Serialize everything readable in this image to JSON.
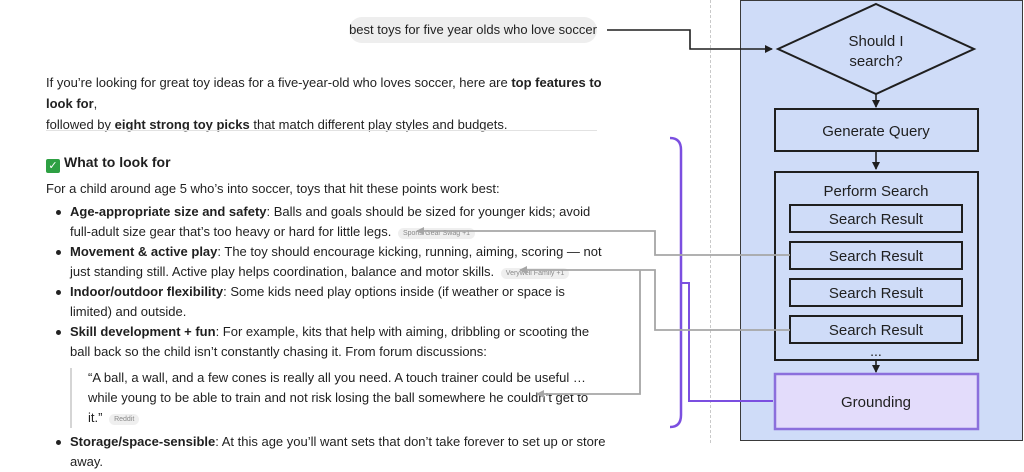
{
  "query": "best toys for five year olds who love soccer",
  "intro": {
    "part1": "If you’re looking for great toy ideas for a five-year-old who loves soccer, here are ",
    "bold1": "top features to look for",
    "part2": ",",
    "part3": "followed by ",
    "bold2": "eight strong toy picks",
    "part4": " that match different play styles and budgets."
  },
  "section": {
    "check_icon": "✓",
    "heading": "What to look for",
    "intro": "For a child around age 5 who’s into soccer, toys that hit these points work best:"
  },
  "criteria": [
    {
      "term": "Age-appropriate size and safety",
      "text": ": Balls and goals should be sized for younger kids; avoid full-adult size gear that’s too heavy or hard for little legs.",
      "chip": "Sports Gear Swag +1"
    },
    {
      "term": "Movement & active play",
      "text": ": The toy should encourage kicking, running, aiming, scoring — not just standing still. Active play helps coordination, balance and motor skills.",
      "chip": "Verywell Family +1"
    },
    {
      "term": "Indoor/outdoor flexibility",
      "text": ": Some kids need play options inside (if weather or space is limited) and outside.",
      "chip": ""
    },
    {
      "term": "Skill development + fun",
      "text": ": For example, kits that help with aiming, dribbling or scooting the ball back so the child isn’t constantly chasing it. From forum discussions:",
      "chip": "",
      "quote": "“A ball, a wall, and a few cones is really all you need. A touch trainer could be useful … while young to be able to train and not risk losing the ball somewhere he couldn’t get to it.”",
      "quote_chip": "Reddit"
    },
    {
      "term": "Storage/space-sensible",
      "text": ": At this age you’ll want sets that don’t take forever to set up or store away.",
      "chip": ""
    }
  ],
  "flow": {
    "decision": [
      "Should I",
      "search?"
    ],
    "generate": "Generate Query",
    "perform": "Perform Search",
    "results": [
      "Search Result",
      "Search Result",
      "Search Result",
      "Search Result"
    ],
    "ellipsis": "...",
    "grounding": "Grounding"
  },
  "colors": {
    "panel_bg": "#cfdcf8",
    "box_border": "#1f1f1f",
    "grounding_fill": "#e3dcfb",
    "grounding_border": "#8b6fdc",
    "bracket": "#7b4fe0",
    "citation_arrow": "#a6a6a6"
  }
}
